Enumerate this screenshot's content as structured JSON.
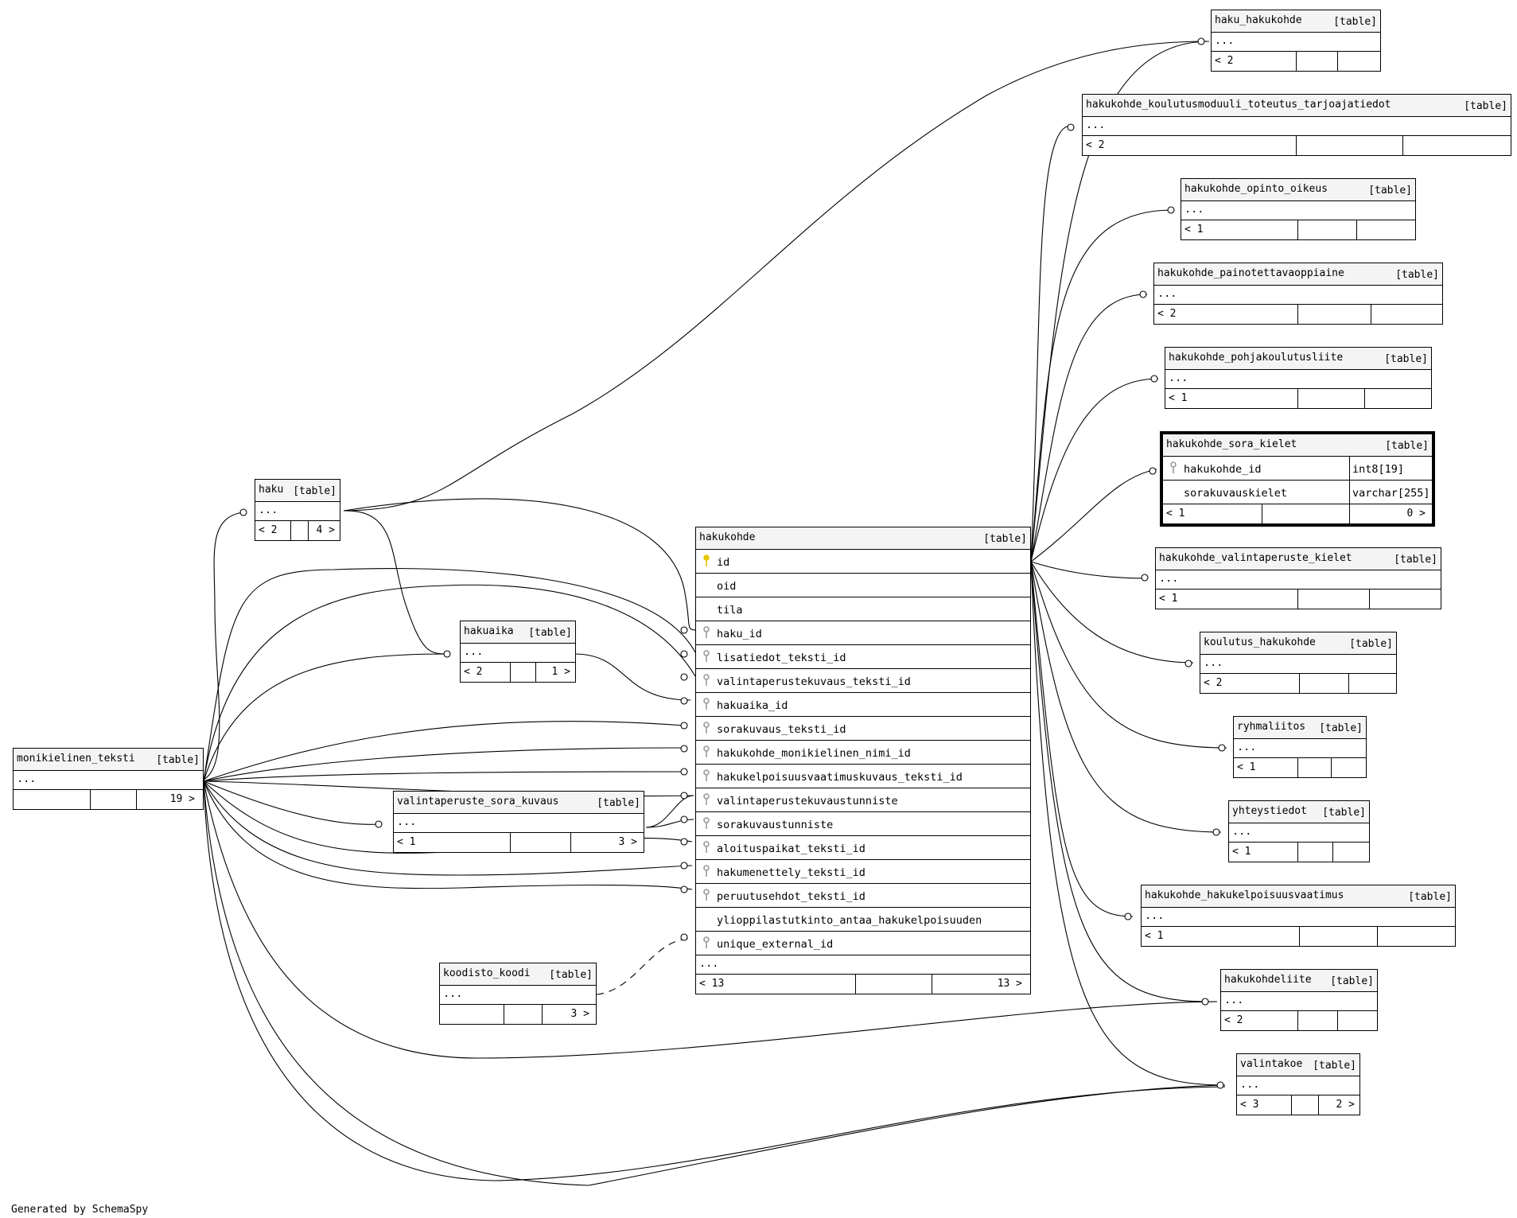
{
  "diagram": {
    "footer_text": "Generated by SchemaSpy",
    "type_label": "[table]",
    "ellipsis": "...",
    "tables": {
      "hakukohde": {
        "name": "hakukohde",
        "columns": [
          "id",
          "oid",
          "tila",
          "haku_id",
          "lisatiedot_teksti_id",
          "valintaperustekuvaus_teksti_id",
          "hakuaika_id",
          "sorakuvaus_teksti_id",
          "hakukohde_monikielinen_nimi_id",
          "hakukelpoisuusvaatimuskuvaus_teksti_id",
          "valintaperustekuvaustunniste",
          "sorakuvaustunniste",
          "aloituspaikat_teksti_id",
          "hakumenettely_teksti_id",
          "peruutusehdot_teksti_id",
          "ylioppilastutkinto_antaa_hakukelpoisuuden",
          "unique_external_id"
        ],
        "footer_left": "< 13",
        "footer_right": "13 >"
      },
      "haku": {
        "name": "haku",
        "footer_left": "< 2",
        "footer_right": "4 >"
      },
      "hakuaika": {
        "name": "hakuaika",
        "footer_left": "< 2",
        "footer_right": "1 >"
      },
      "monikielinen_teksti": {
        "name": "monikielinen_teksti",
        "footer_left": "",
        "footer_right": "19 >"
      },
      "valintaperuste_sora_kuvaus": {
        "name": "valintaperuste_sora_kuvaus",
        "footer_left": "< 1",
        "footer_right": "3 >"
      },
      "koodisto_koodi": {
        "name": "koodisto_koodi",
        "footer_left": "",
        "footer_right": "3 >"
      },
      "haku_hakukohde": {
        "name": "haku_hakukohde",
        "footer_left": "< 2",
        "footer_right": ""
      },
      "hakukohde_koulutusmoduuli_toteutus_tarjoajatiedot": {
        "name": "hakukohde_koulutusmoduuli_toteutus_tarjoajatiedot",
        "footer_left": "< 2",
        "footer_right": ""
      },
      "hakukohde_opinto_oikeus": {
        "name": "hakukohde_opinto_oikeus",
        "footer_left": "< 1",
        "footer_right": ""
      },
      "hakukohde_painotettavaoppiaine": {
        "name": "hakukohde_painotettavaoppiaine",
        "footer_left": "< 2",
        "footer_right": ""
      },
      "hakukohde_pohjakoulutusliite": {
        "name": "hakukohde_pohjakoulutusliite",
        "footer_left": "< 1",
        "footer_right": ""
      },
      "hakukohde_sora_kielet": {
        "name": "hakukohde_sora_kielet",
        "columns": [
          {
            "name": "hakukohde_id",
            "type": "int8[19]"
          },
          {
            "name": "sorakuvauskielet",
            "type": "varchar[255]"
          }
        ],
        "footer_left": "< 1",
        "footer_right": "0 >"
      },
      "hakukohde_valintaperuste_kielet": {
        "name": "hakukohde_valintaperuste_kielet",
        "footer_left": "< 1",
        "footer_right": ""
      },
      "koulutus_hakukohde": {
        "name": "koulutus_hakukohde",
        "footer_left": "< 2",
        "footer_right": ""
      },
      "ryhmaliitos": {
        "name": "ryhmaliitos",
        "footer_left": "< 1",
        "footer_right": ""
      },
      "yhteystiedot": {
        "name": "yhteystiedot",
        "footer_left": "< 1",
        "footer_right": ""
      },
      "hakukohde_hakukelpoisuusvaatimus": {
        "name": "hakukohde_hakukelpoisuusvaatimus",
        "footer_left": "< 1",
        "footer_right": ""
      },
      "hakukohdeliite": {
        "name": "hakukohdeliite",
        "footer_left": "< 2",
        "footer_right": ""
      },
      "valintakoe": {
        "name": "valintakoe",
        "footer_left": "< 3",
        "footer_right": "2 >"
      }
    },
    "colors": {
      "primary_key": "#e8c800",
      "foreign_key": "#9a9a9a",
      "header_bg": "#f4f4f4",
      "line": "#000000"
    }
  }
}
